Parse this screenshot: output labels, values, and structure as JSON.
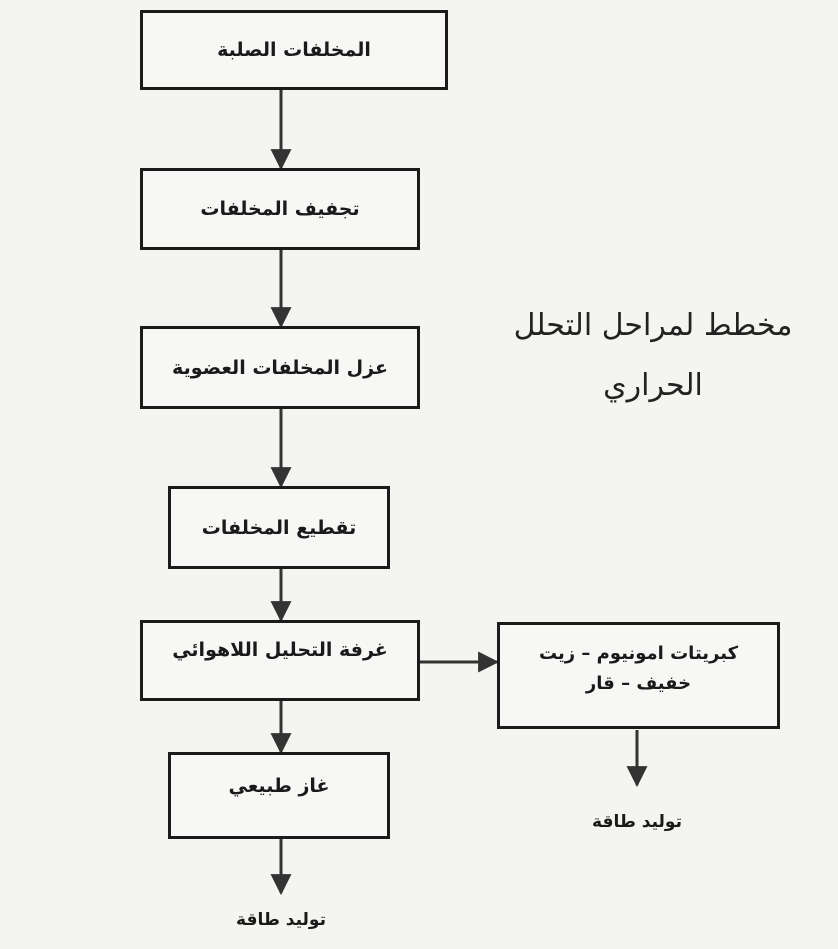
{
  "diagram": {
    "title_line1": "مخطط لمراحل التحلل",
    "title_line2": "الحراري",
    "steps": [
      "المخلفات الصلبة",
      "تجفيف المخلفات",
      "عزل المخلفات العضوية",
      "تقطيع المخلفات",
      "غرفة التحليل اللاهوائي",
      "غاز طبيعي"
    ],
    "side_box_line1": "كبريتات امونيوم – زيت",
    "side_box_line2": "خفيف – قار",
    "output_main": "توليد طاقة",
    "output_side": "توليد طاقة"
  }
}
